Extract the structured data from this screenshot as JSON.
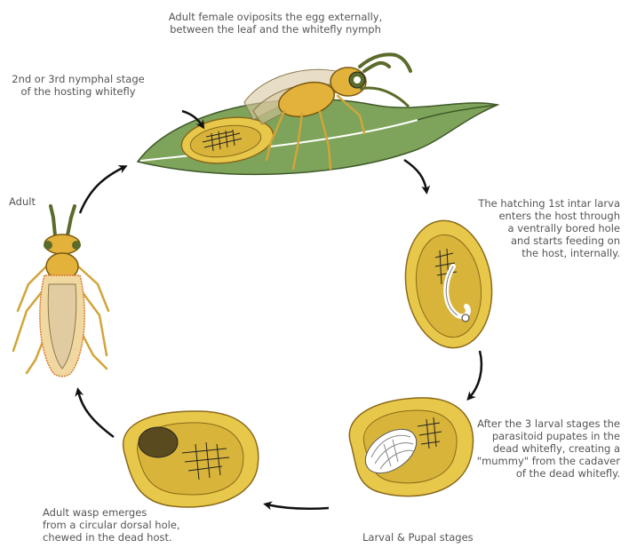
{
  "labels": {
    "oviposit": "Adult female oviposits the egg externally,\nbetween the leaf and the whitefly nymph",
    "nymphal_stage": "2nd or 3rd nymphal stage\nof the hosting whitefly",
    "adult": "Adult",
    "hatching": "The hatching 1st intar larva\nenters the host through\na ventrally bored hole\nand starts feeding on\nthe host, internally.",
    "pupation": "After the 3 larval stages the\nparasitoid pupates in the\ndead whitefly, creating a\n\"mummy\" from the cadaver\nof the dead whitefly.",
    "larval_pupal": "Larval & Pupal stages",
    "emergence": "Adult wasp emerges\nfrom a circular dorsal hole,\nchewed in the dead host."
  },
  "colors": {
    "leaf": "#7ea35a",
    "leaf_edge": "#3f5a2a",
    "host_body": "#e8c84a",
    "host_inner": "#d8b43a",
    "host_edge": "#8a6a1a",
    "wasp_yellow": "#e3b23a",
    "wasp_dark": "#5b6b2a",
    "emergence_hole": "#5a4a20",
    "arrow": "#111111",
    "text": "#555555"
  }
}
